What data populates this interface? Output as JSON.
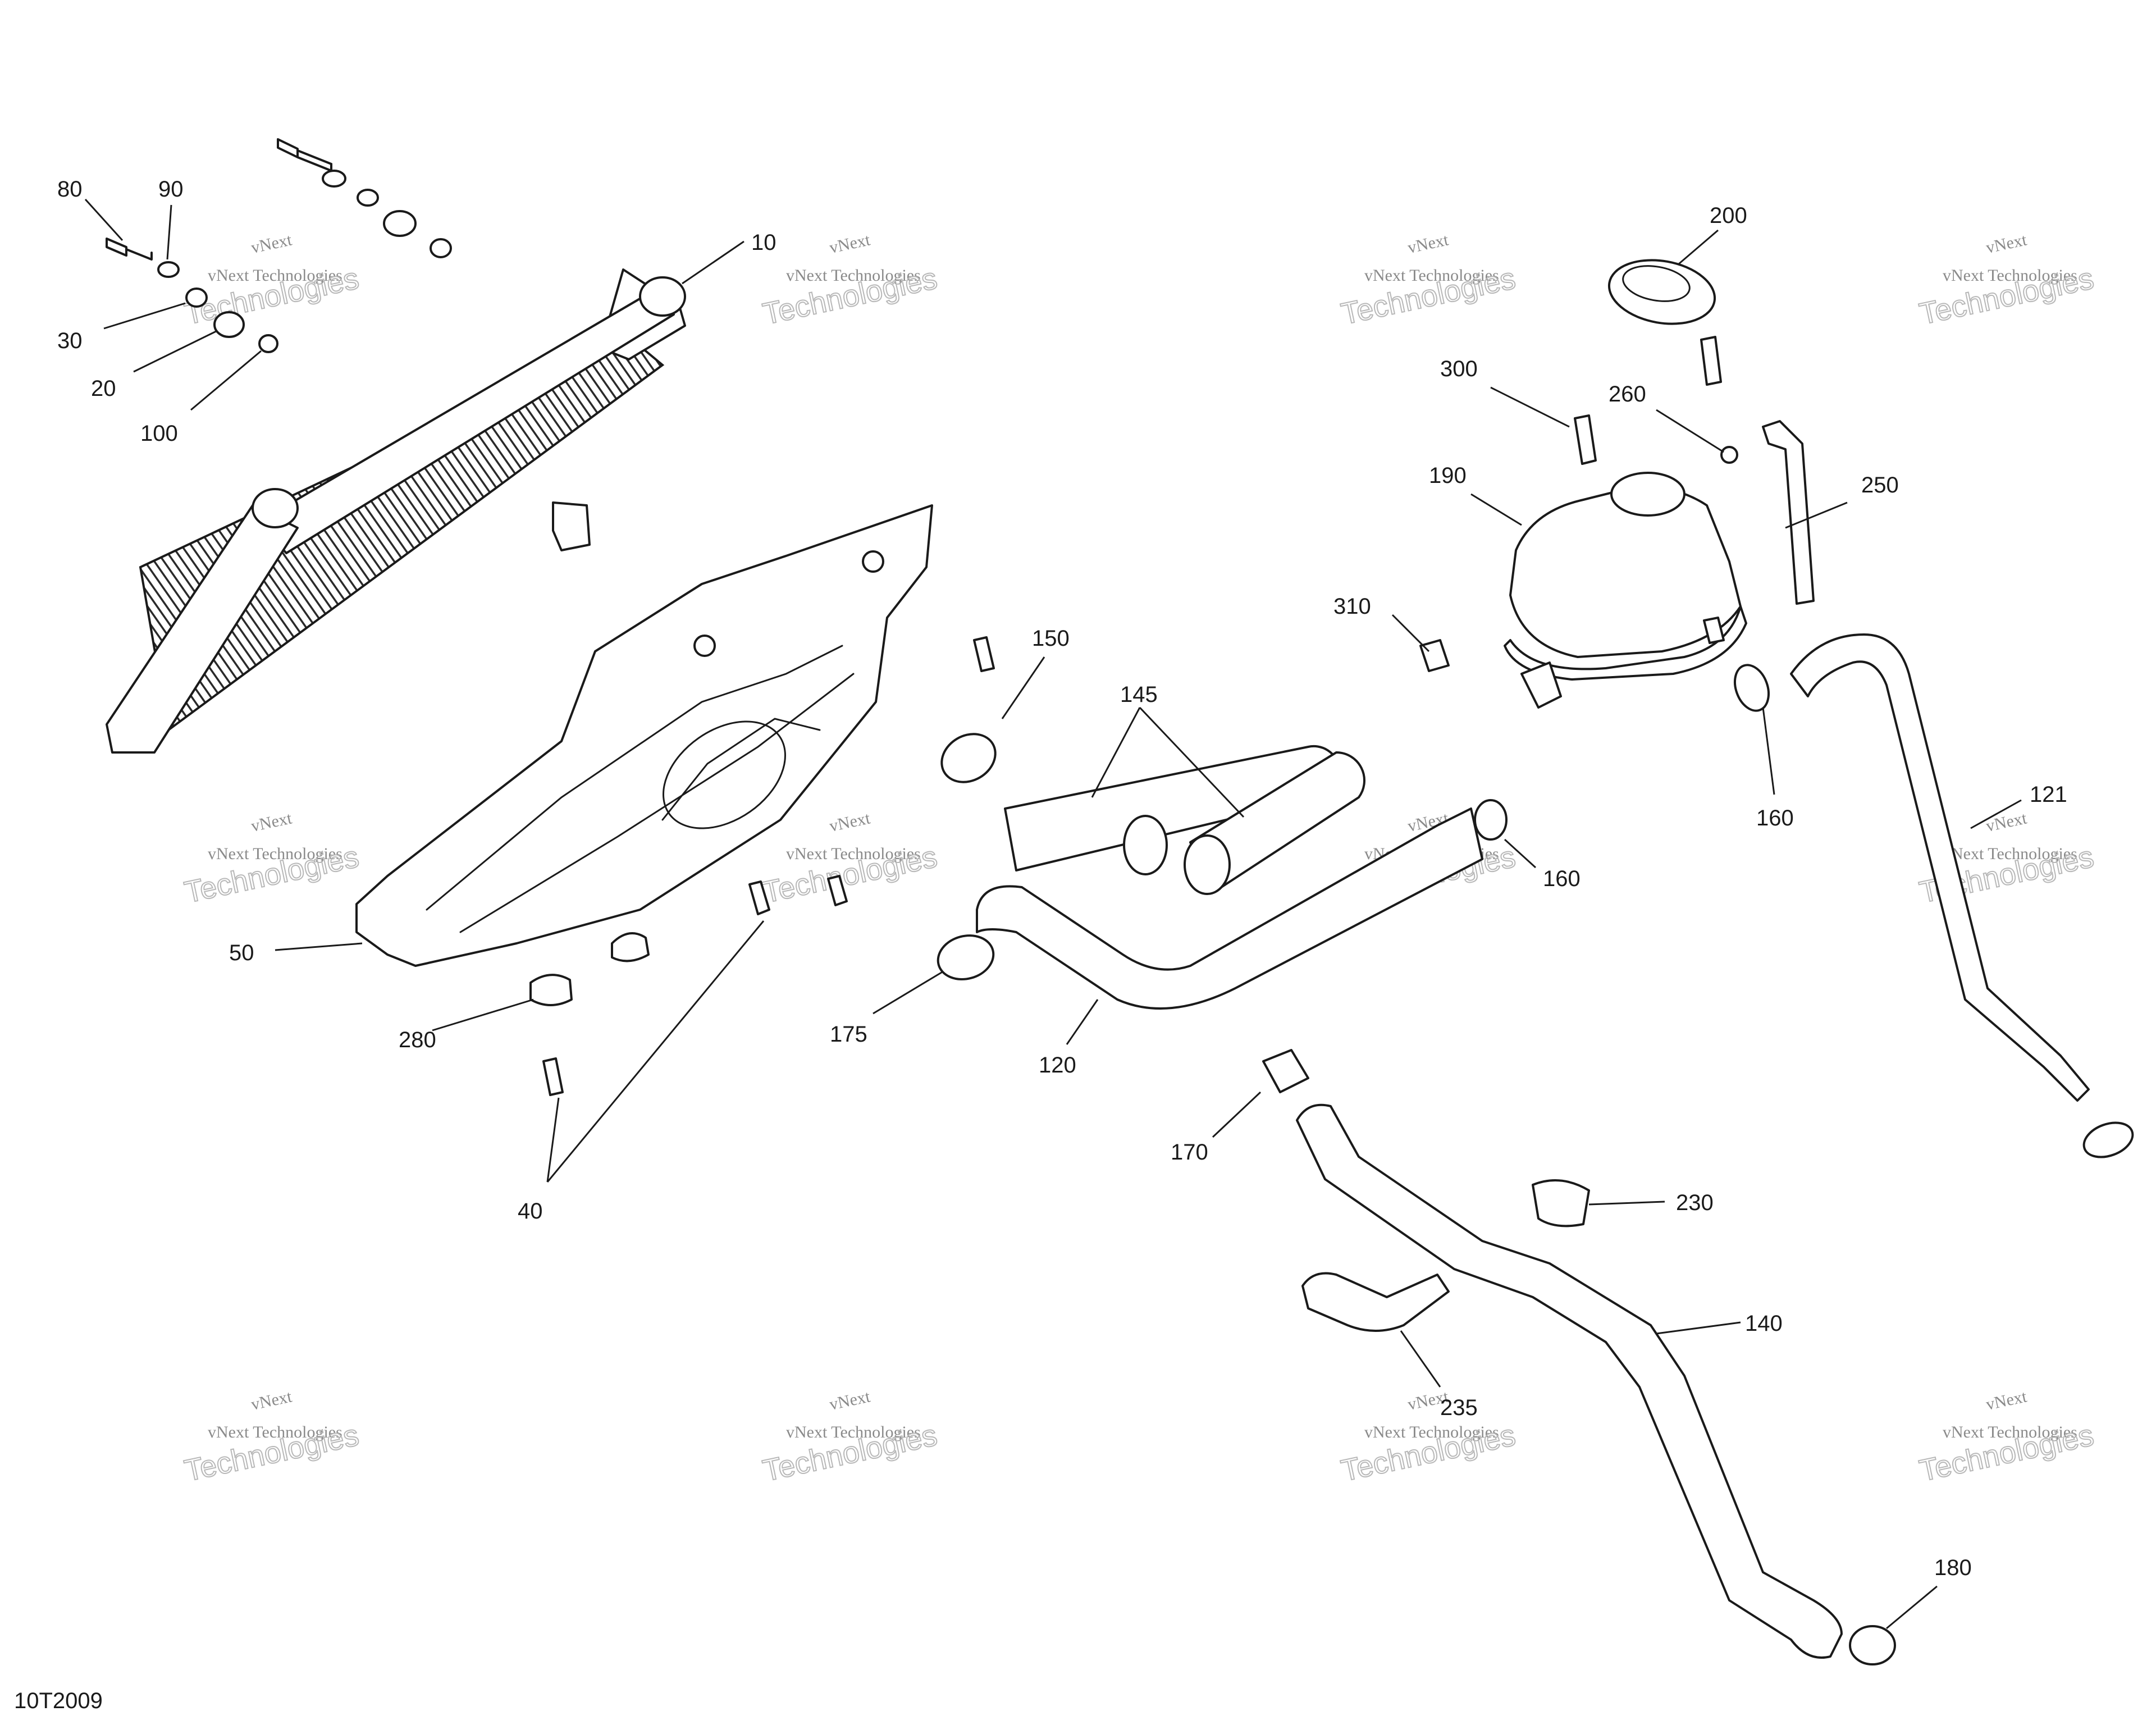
{
  "document": {
    "id": "10T2009"
  },
  "watermark": {
    "line1": "vNext",
    "line2": "vNext Technologies",
    "line3": "Technologies"
  },
  "callouts": [
    {
      "label": "80",
      "part": "bolt"
    },
    {
      "label": "90",
      "part": "washer"
    },
    {
      "label": "30",
      "part": "spacer"
    },
    {
      "label": "20",
      "part": "grommet"
    },
    {
      "label": "100",
      "part": "nut"
    },
    {
      "label": "10",
      "part": "radiator"
    },
    {
      "label": "50",
      "part": "fan-shroud"
    },
    {
      "label": "280",
      "part": "grommet"
    },
    {
      "label": "40",
      "part": "screw"
    },
    {
      "label": "150",
      "part": "hose-clamp"
    },
    {
      "label": "145",
      "part": "hose-sleeve"
    },
    {
      "label": "175",
      "part": "hose-clamp"
    },
    {
      "label": "120",
      "part": "coolant-hose"
    },
    {
      "label": "160",
      "part": "hose-clamp"
    },
    {
      "label": "170",
      "part": "hose-clamp"
    },
    {
      "label": "200",
      "part": "pressure-cap"
    },
    {
      "label": "300",
      "part": "bolt"
    },
    {
      "label": "260",
      "part": "clip"
    },
    {
      "label": "190",
      "part": "expansion-tank"
    },
    {
      "label": "250",
      "part": "vent-hose"
    },
    {
      "label": "310",
      "part": "clip-nut"
    },
    {
      "label": "121",
      "part": "coolant-hose"
    },
    {
      "label": "230",
      "part": "hose-clamp"
    },
    {
      "label": "140",
      "part": "coolant-pipe"
    },
    {
      "label": "235",
      "part": "bracket"
    },
    {
      "label": "180",
      "part": "hose-clamp"
    }
  ]
}
